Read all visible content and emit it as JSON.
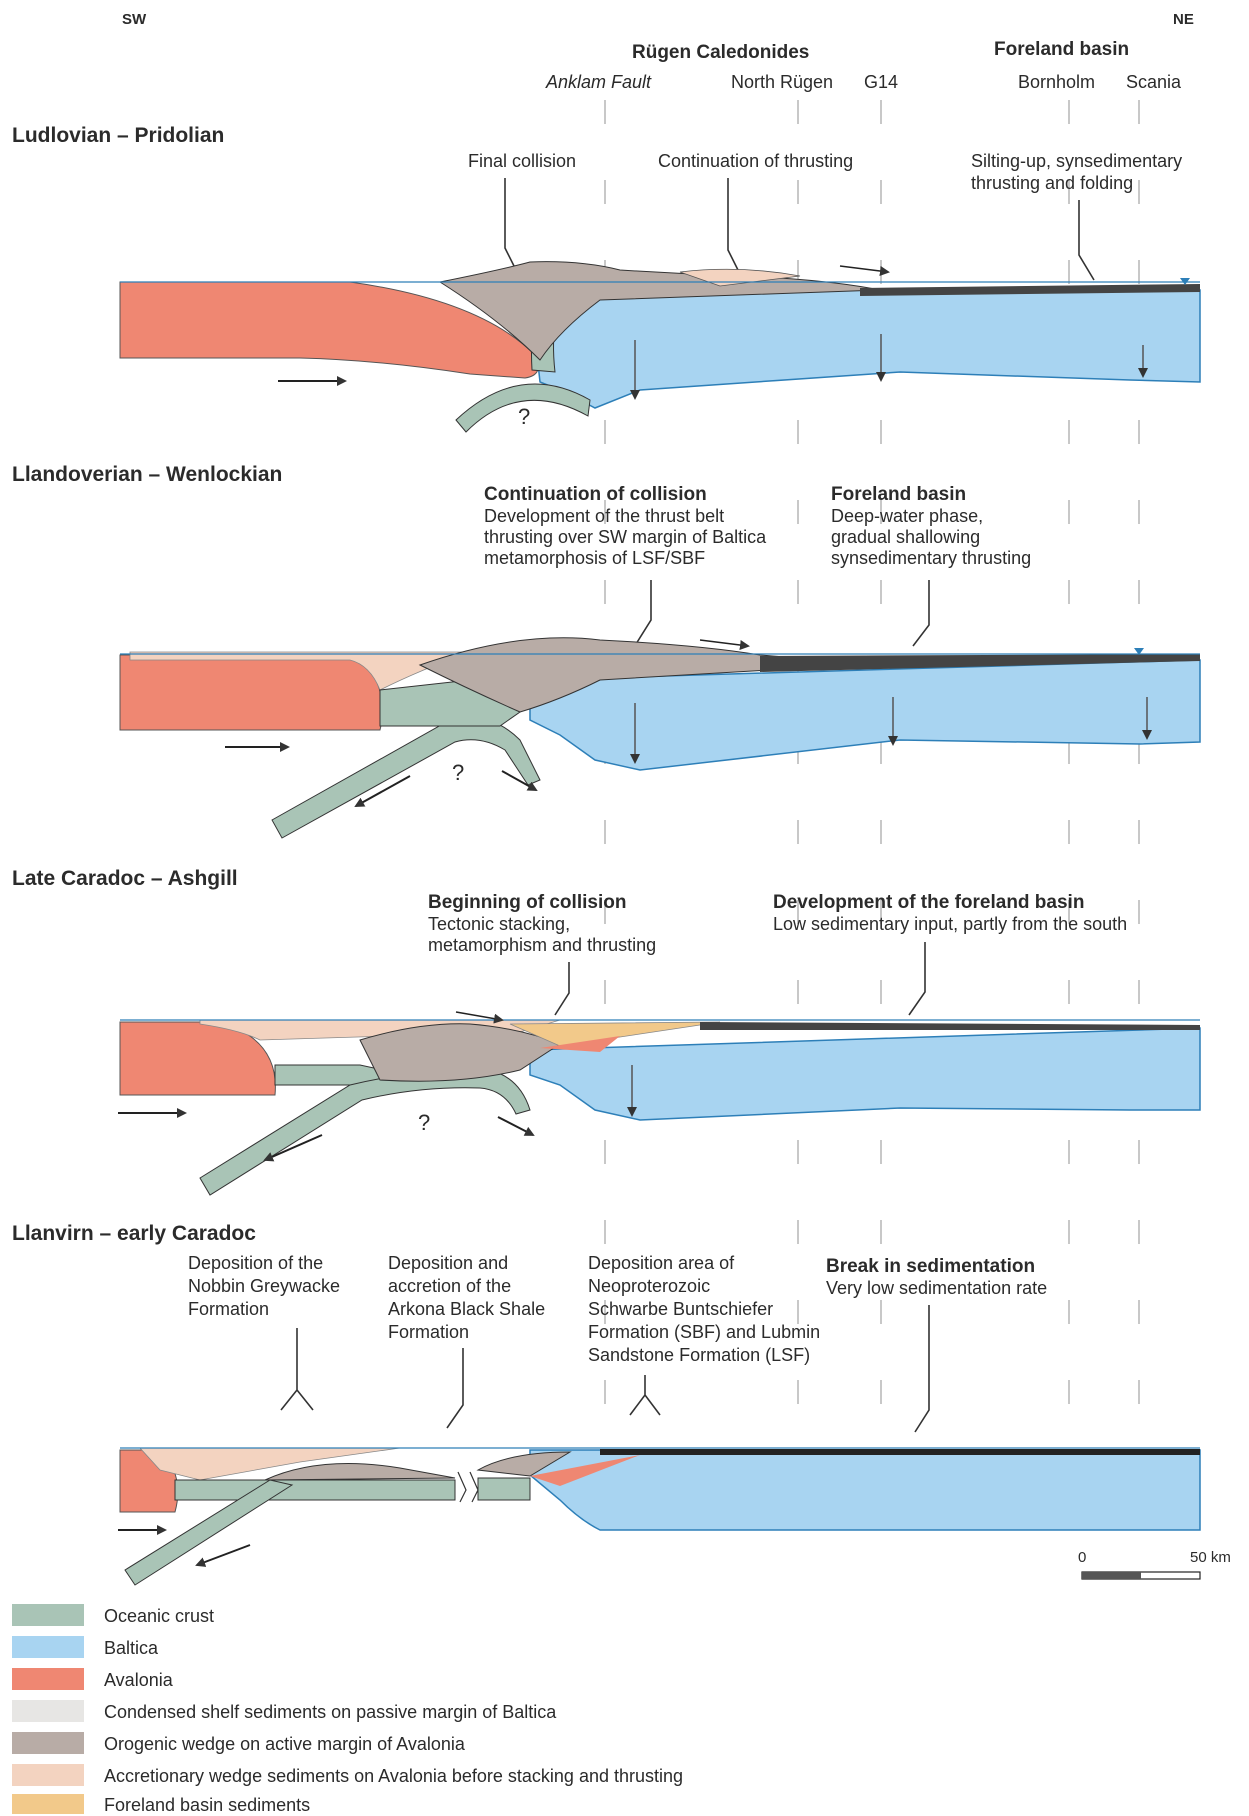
{
  "compass": {
    "left": "SW",
    "right": "NE"
  },
  "header": {
    "group_left": "Rügen Caledonides",
    "group_right": "Foreland basin",
    "loc1": "Anklam Fault",
    "loc2": "North Rügen",
    "loc3": "G14",
    "loc4": "Bornholm",
    "loc5": "Scania"
  },
  "panels": {
    "p1": {
      "title": "Ludlovian – Pridolian",
      "a1": "Final collision",
      "a2": "Continuation of thrusting",
      "a3_l1": "Silting-up, synsedimentary",
      "a3_l2": "thrusting and folding",
      "q": "?"
    },
    "p2": {
      "title": "Llandoverian – Wenlockian",
      "a1_head": "Continuation of collision",
      "a1_l1": "Development of the thrust belt",
      "a1_l2": "thrusting over SW margin of Baltica",
      "a1_l3": "metamorphosis of LSF/SBF",
      "a2_head": "Foreland basin",
      "a2_l1": "Deep-water phase,",
      "a2_l2": "gradual shallowing",
      "a2_l3": "synsedimentary thrusting",
      "q": "?"
    },
    "p3": {
      "title": "Late Caradoc – Ashgill",
      "a1_head": "Beginning of collision",
      "a1_l1": "Tectonic stacking,",
      "a1_l2": "metamorphism and thrusting",
      "a2_head": "Development of the foreland basin",
      "a2_l1": "Low sedimentary input, partly from the south",
      "q": "?"
    },
    "p4": {
      "title": "Llanvirn – early Caradoc",
      "a1_l1": "Deposition of the",
      "a1_l2": "Nobbin Greywacke",
      "a1_l3": "Formation",
      "a2_l1": "Deposition and",
      "a2_l2": "accretion of the",
      "a2_l3": "Arkona Black Shale",
      "a2_l4": "Formation",
      "a3_l1": "Deposition area of",
      "a3_l2": "Neoproterozoic",
      "a3_l3": "Schwarbe Buntschiefer",
      "a3_l4": "Formation (SBF) and Lubmin",
      "a3_l5": "Sandstone Formation (LSF)",
      "a4_head": "Break in sedimentation",
      "a4_l1": "Very low sedimentation rate"
    }
  },
  "scale": {
    "zero": "0",
    "end": "50 km"
  },
  "legend": [
    {
      "label": "Oceanic crust",
      "color": "#a9c4b6"
    },
    {
      "label": "Baltica",
      "color": "#a8d4f1"
    },
    {
      "label": "Avalonia",
      "color": "#ef8772"
    },
    {
      "label": "Condensed shelf sediments on passive margin of Baltica",
      "color": "#e7e6e4"
    },
    {
      "label": "Orogenic wedge on active margin of Avalonia",
      "color": "#b8aca6"
    },
    {
      "label": "Accretionary wedge sediments on Avalonia before stacking and thrusting",
      "color": "#f3d3c0"
    },
    {
      "label": "Foreland basin sediments",
      "color": "#f2c98a"
    }
  ]
}
